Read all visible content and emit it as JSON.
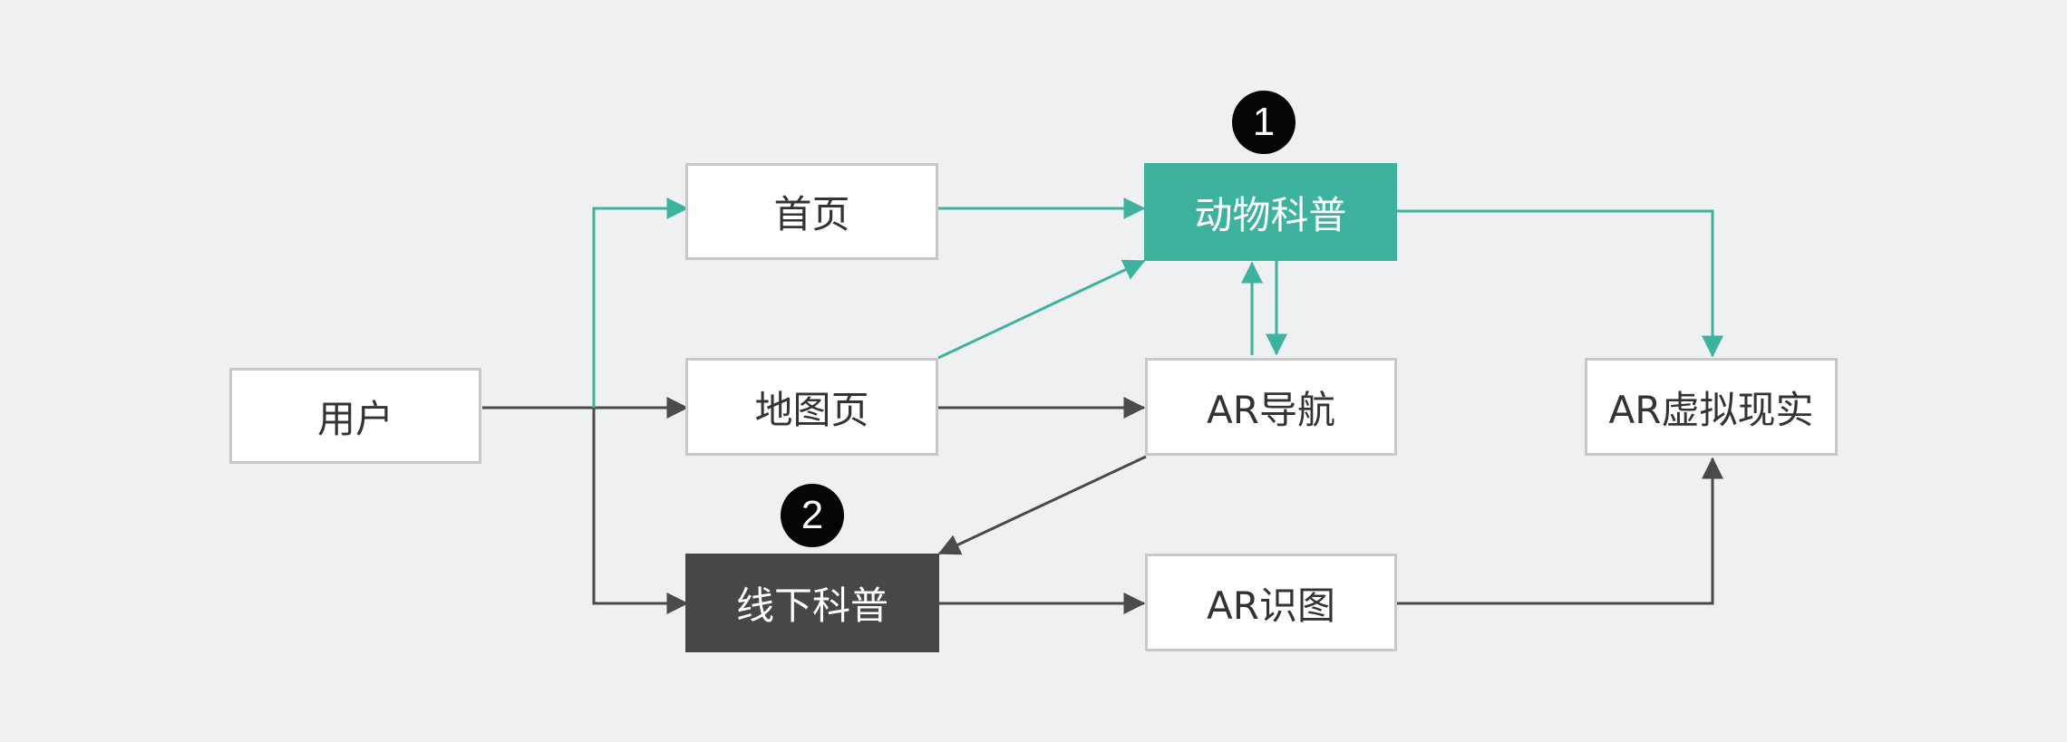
{
  "colors": {
    "background": "#eff0f2",
    "teal": "#3db39f",
    "dark": "#474747",
    "gray_arrow": "#4a4a4a",
    "box_border": "#c8c8c8",
    "badge": "#050505"
  },
  "nodes": {
    "user": {
      "label": "用户"
    },
    "home": {
      "label": "首页"
    },
    "map_page": {
      "label": "地图页"
    },
    "offline_science": {
      "label": "线下科普"
    },
    "animal_science": {
      "label": "动物科普"
    },
    "ar_navigation": {
      "label": "AR导航"
    },
    "ar_recognition": {
      "label": "AR识图"
    },
    "ar_virtual_reality": {
      "label": "AR虚拟现实"
    }
  },
  "badges": {
    "one": "1",
    "two": "2"
  },
  "edges": [
    {
      "from": "用户",
      "to": "首页",
      "color": "teal"
    },
    {
      "from": "用户",
      "to": "地图页",
      "color": "gray"
    },
    {
      "from": "用户",
      "to": "线下科普",
      "color": "gray"
    },
    {
      "from": "首页",
      "to": "动物科普",
      "color": "teal"
    },
    {
      "from": "地图页",
      "to": "动物科普",
      "color": "teal"
    },
    {
      "from": "地图页",
      "to": "AR导航",
      "color": "gray"
    },
    {
      "from": "AR导航",
      "to": "动物科普",
      "color": "teal"
    },
    {
      "from": "动物科普",
      "to": "AR导航",
      "color": "teal"
    },
    {
      "from": "动物科普",
      "to": "AR虚拟现实",
      "color": "teal"
    },
    {
      "from": "AR导航",
      "to": "线下科普",
      "color": "gray"
    },
    {
      "from": "线下科普",
      "to": "AR识图",
      "color": "gray"
    },
    {
      "from": "AR识图",
      "to": "AR虚拟现实",
      "color": "gray"
    }
  ]
}
